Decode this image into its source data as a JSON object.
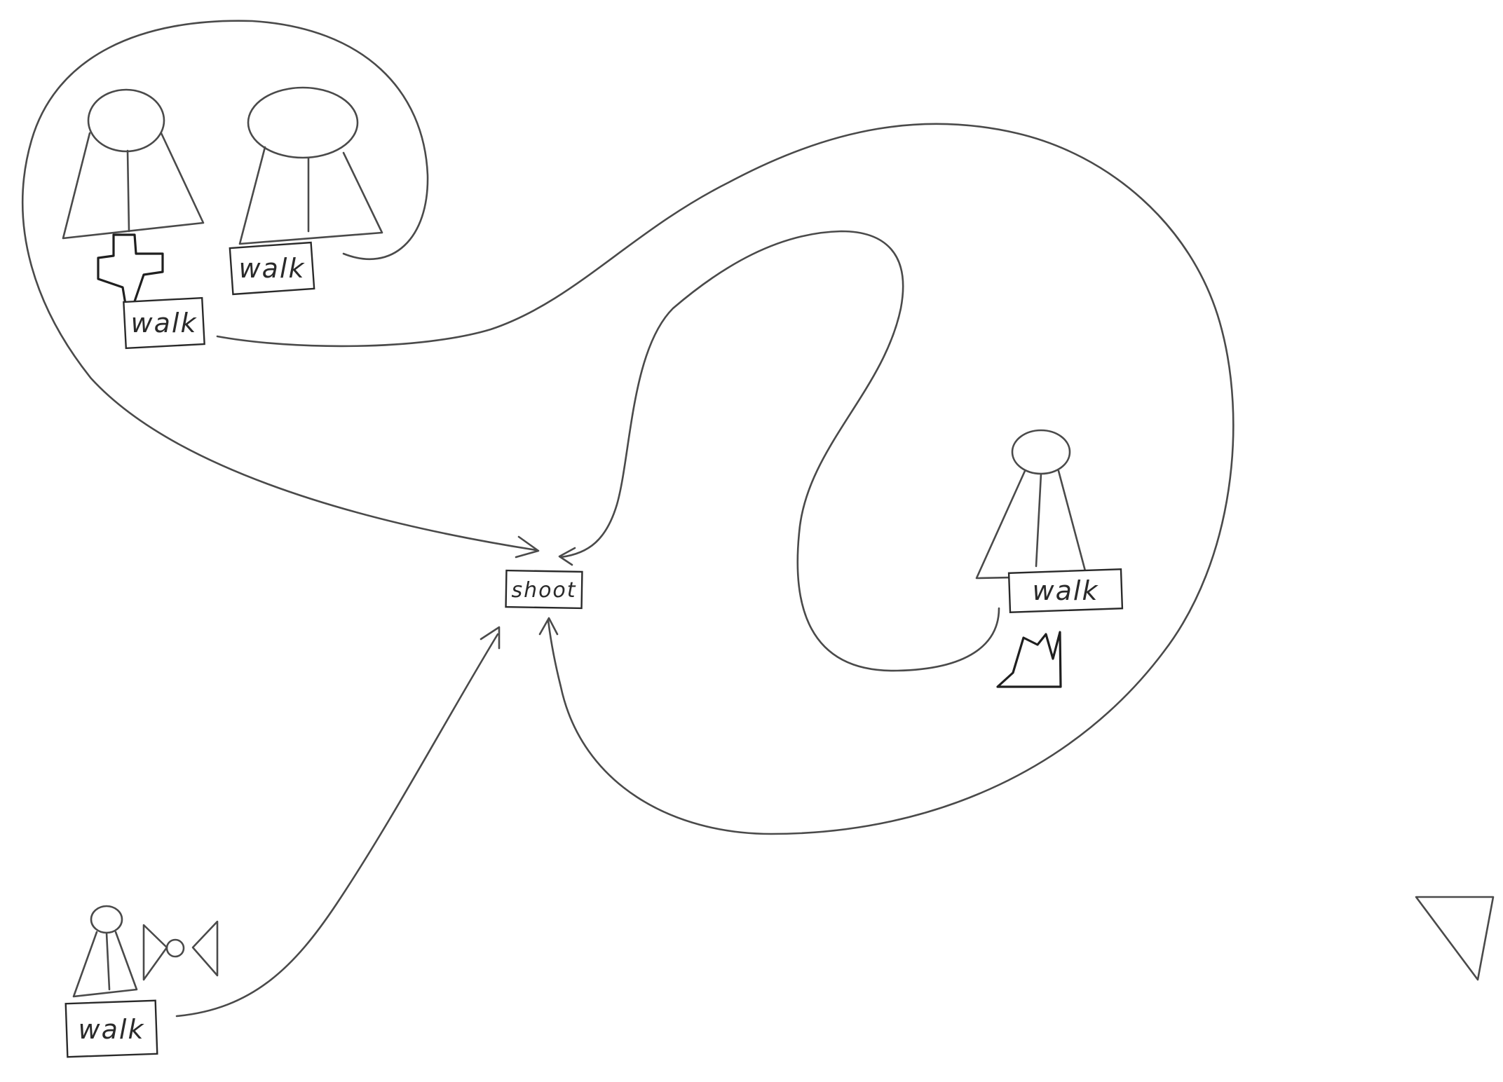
{
  "nodes": {
    "shoot": {
      "label": "shoot"
    },
    "group_top_left": {
      "member_left": {
        "label": "walk",
        "icon": "cross-icon"
      },
      "member_right": {
        "label": "walk"
      }
    },
    "right_figure": {
      "label": "walk",
      "icon": "shoe-icon"
    },
    "bottom_left_figure": {
      "label": "walk",
      "icon": "bowtie-icon"
    }
  },
  "free_symbol": {
    "icon": "triangle-icon"
  },
  "edges": [
    {
      "from": "group_top_left",
      "to": "shoot"
    },
    {
      "from": "right_figure",
      "to": "shoot"
    },
    {
      "from": "bottom_left_figure",
      "to": "shoot"
    }
  ],
  "colors": {
    "ink": "#4a4a4a",
    "background": "#ffffff"
  }
}
